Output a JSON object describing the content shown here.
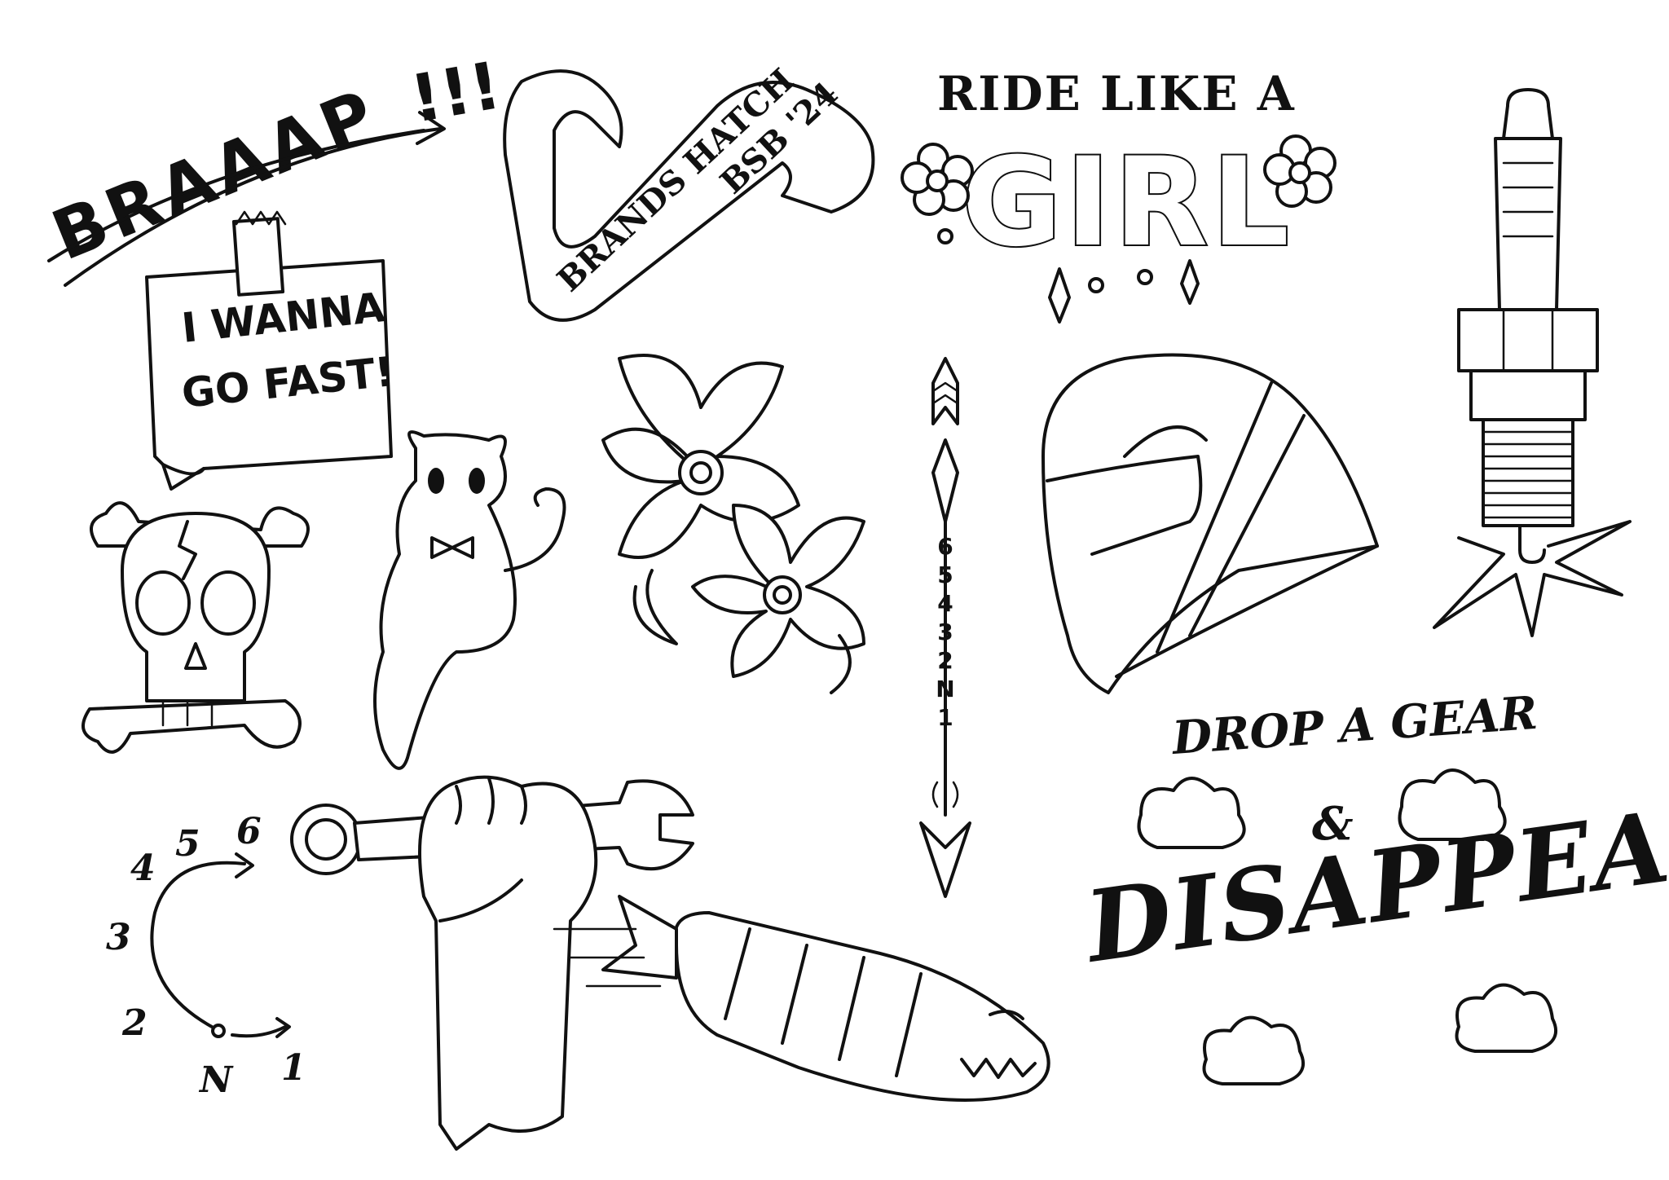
{
  "braaap": {
    "word": "BRAAAP",
    "bangs": "!!!"
  },
  "note": {
    "line1": "I WANNA",
    "line2": "GO FAST!"
  },
  "brands_hatch": {
    "line1": "BRANDS HATCH",
    "line2": "BSB '24"
  },
  "ride_like_a_girl": {
    "top": "RIDE LIKE A",
    "big": "GIRL"
  },
  "gear_arrow": {
    "gears": [
      "6",
      "5",
      "4",
      "3",
      "2",
      "N",
      "1"
    ]
  },
  "gear_dial": {
    "up_numbers": [
      "2",
      "3",
      "4",
      "5",
      "6"
    ],
    "neutral": "N",
    "first": "1"
  },
  "drop_gear": {
    "line1": "DROP A GEAR",
    "amp": "&",
    "line2": "DISAPPEAR"
  }
}
